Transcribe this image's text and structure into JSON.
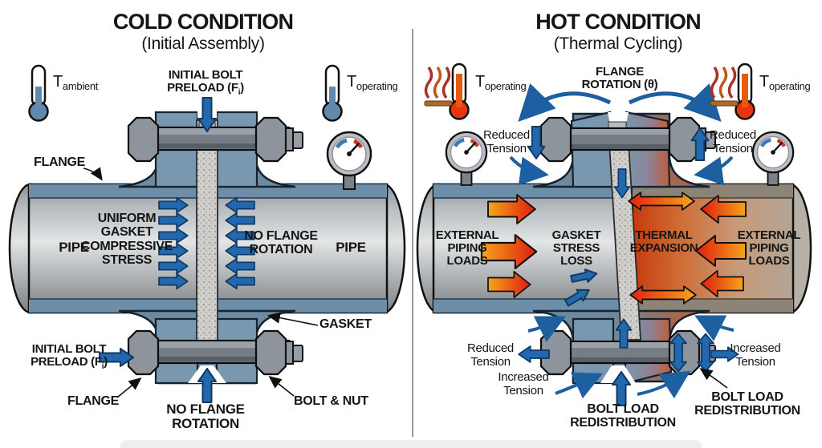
{
  "colors": {
    "flange_blue": "#6b8ba4",
    "blue_arrow": "#2268ae",
    "red_arrow_head": "#de1d0e",
    "red_arrow_tail": "#f7a41b",
    "hot_pipe": "#c63a0d",
    "pipe_gray": "#dfe1e2"
  },
  "left": {
    "title": "COLD CONDITION",
    "subtitle": "(Initial Assembly)",
    "thermo_left": {
      "t": "T",
      "sub": "ambient"
    },
    "thermo_right": {
      "t": "T",
      "sub": "operating"
    },
    "labels": {
      "preload_top": {
        "line1": "INITIAL BOLT",
        "pre": "PRELOAD (F",
        "sub": "i",
        "post": ")"
      },
      "flange_top": "FLANGE",
      "pipe_left": "PIPE",
      "uniform": "UNIFORM\nGASKET\nCOMPRESSIVE\nSTRESS",
      "no_rotation_mid": "NO FLANGE\nROTATION",
      "pipe_right": "PIPE",
      "gasket": "GASKET",
      "preload_bottom": {
        "line1": "INITIAL BOLT",
        "pre": "PRELOAD (F",
        "sub": "i",
        "post": ")"
      },
      "flange_bottom": "FLANGE",
      "bolt_nut": "BOLT & NUT",
      "no_rotation_bottom": "NO FLANGE\nROTATION"
    }
  },
  "right": {
    "title": "HOT CONDITION",
    "subtitle": "(Thermal Cycling)",
    "thermo_left": {
      "t": "T",
      "sub": "operating"
    },
    "thermo_right": {
      "t": "T",
      "sub": "operating"
    },
    "labels": {
      "flange_rotation": "FLANGE\nROTATION (θ)",
      "reduced_top_left": "Reduced\nTension",
      "reduced_top_right": "Reduced\nTension",
      "external_left": "EXTERNAL\nPIPING\nLOADS",
      "gasket_stress": "GASKET\nSTRESS\nLOSS",
      "thermal_expansion": "THERMAL\nEXPANSION",
      "external_right": "EXTERNAL\nPIPING\nLOADS",
      "reduced_bottom_left": "Reduced\nTension",
      "increased_bottom_right": "Increased\nTension",
      "increased_bottom_left": "Increased\nTension",
      "bolt_load_center": "BOLT LOAD\nREDISTRIBUTION",
      "bolt_load_right": "BOLT LOAD\nREDISTRIBUTION"
    }
  }
}
